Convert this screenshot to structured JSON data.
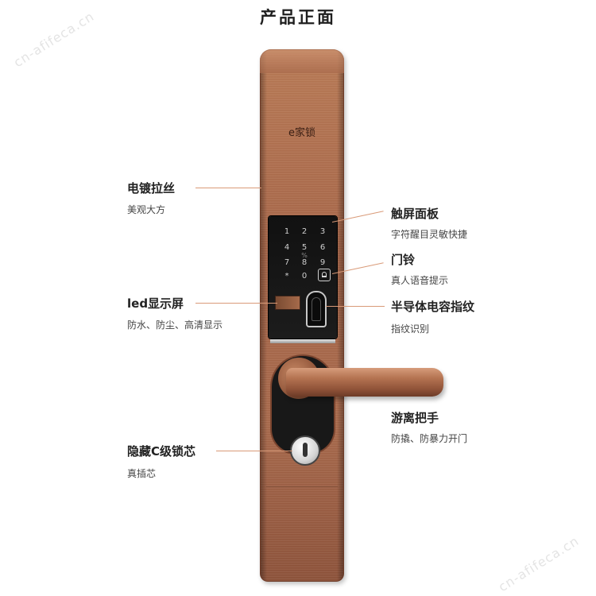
{
  "title": "产品正面",
  "watermark": "cn-afifeca.cn",
  "brand": "e家锁",
  "keypad": {
    "keys": [
      "1",
      "2",
      "3",
      "4",
      "5",
      "6",
      "7",
      "8",
      "9",
      "*",
      "0"
    ],
    "hint": "%"
  },
  "features": [
    {
      "title": "电镀拉丝",
      "desc": "美观大方"
    },
    {
      "title": "led显示屏",
      "desc": "防水、防尘、高清显示"
    },
    {
      "title": "隐藏C级锁芯",
      "desc": "真插芯"
    },
    {
      "title": "触屏面板",
      "desc": "字符醒目灵敏快捷"
    },
    {
      "title": "门铃",
      "desc": "真人语音提示"
    },
    {
      "title": "半导体电容指纹",
      "desc": "指纹识别"
    },
    {
      "title": "游离把手",
      "desc": "防撬、防暴力开门"
    }
  ],
  "colors": {
    "accent": "#d99a78",
    "lock_finish": "#a66548",
    "panel": "#111111"
  }
}
